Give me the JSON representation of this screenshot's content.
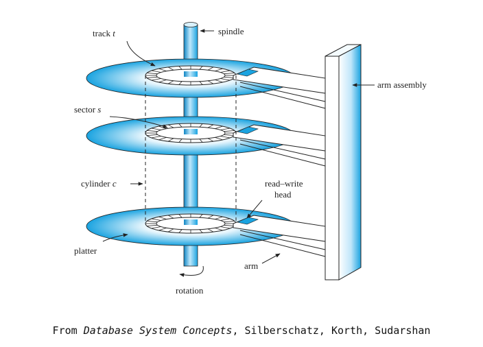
{
  "labels": {
    "track_prefix": "track",
    "track_var": "t",
    "spindle": "spindle",
    "arm_assembly": "arm assembly",
    "sector_prefix": "sector",
    "sector_var": "s",
    "cylinder_prefix": "cylinder",
    "cylinder_var": "c",
    "read_write_line1": "read–write",
    "read_write_line2": "head",
    "platter": "platter",
    "arm": "arm",
    "rotation": "rotation"
  },
  "caption": {
    "prefix": "From",
    "book": "Database System Concepts",
    "authors": ", Silberschatz, Korth, Sudarshan"
  },
  "colors": {
    "platter_edge": "#1aa3e0",
    "platter_center": "#ffffff",
    "spindle": "#3aaee6",
    "head": "#1aa3e0",
    "arm_assembly": "#1aa3e0",
    "line": "#222222"
  }
}
